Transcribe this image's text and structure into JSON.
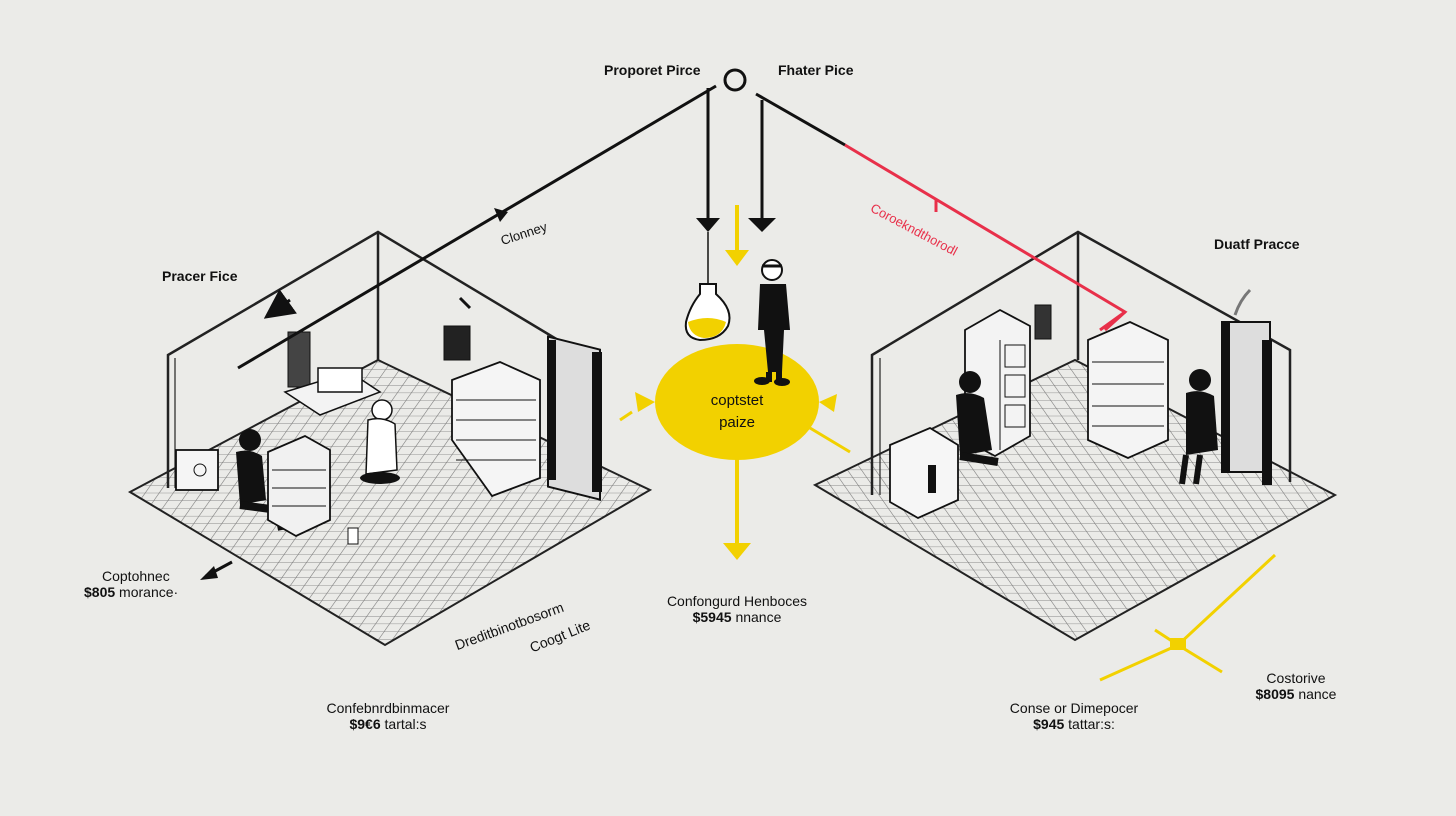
{
  "top_labels": {
    "left": "Proporet Pirce",
    "right": "Fhater Pice"
  },
  "side_labels": {
    "left_room": "Pracer Fice",
    "right_room": "Duatf Pracce",
    "line_left": "Clonney",
    "line_red": "Coroekndthorodl"
  },
  "hub": {
    "line1": "coptstet",
    "line2": "paize"
  },
  "price_blocks": {
    "left_top": {
      "name": "Coptohnec",
      "amount": "$805",
      "unit": "morance·"
    },
    "left_bottom": {
      "name": "Confebnrdbinmacer",
      "amount": "$9€6",
      "unit": "tartal:s"
    },
    "center": {
      "name": "Confongurd Henboces",
      "amount": "$5945",
      "unit": "nnance"
    },
    "right_bottom": {
      "name": "Conse or Dimepocer",
      "amount": "$945",
      "unit": "tattar:s:"
    },
    "right_far": {
      "name": "Costorive",
      "amount": "$8095",
      "unit": "nance"
    }
  },
  "floor_labels": {
    "diag1": "Dreditbinotbosorm",
    "diag2": "Coogt Lite"
  },
  "colors": {
    "background": "#ebebe8",
    "ink": "#111111",
    "accent_yellow": "#f2d100",
    "accent_red": "#e8304a",
    "floor_grid": "#7a7a7a"
  },
  "icons": [
    "hanging-flask-icon",
    "standing-person-icon",
    "seated-person-icon",
    "cabinet-icon",
    "gate-icon",
    "arrow-icon"
  ]
}
